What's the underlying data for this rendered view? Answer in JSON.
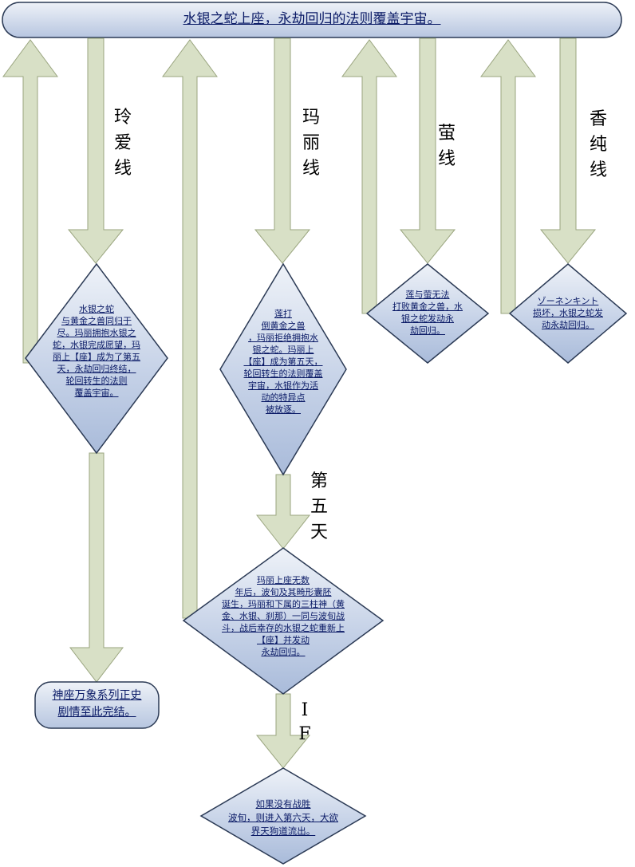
{
  "title": "水银之蛇上座，永劫回归的法则覆盖宇宙。",
  "branches": {
    "reia": {
      "label": [
        "玲",
        "爱",
        "线"
      ],
      "outcome": [
        "水银之蛇",
        "与黄金之兽同归于",
        "尽。玛丽拥抱水银之",
        "蛇，水银完成愿望，玛",
        "丽上【座】成为了第五",
        "天，永劫回归终结，",
        "轮回转生的法则",
        "覆盖宇宙。"
      ]
    },
    "marie": {
      "label": [
        "玛",
        "丽",
        "线"
      ],
      "outcome": [
        "莲打",
        "倒黄金之兽",
        "，玛丽拒绝拥抱水",
        "银之蛇。玛丽上",
        "【座】成为第五天，",
        "轮回转生的法则覆盖",
        "宇宙，水银作为活",
        "动的特异点",
        "被放逐。"
      ]
    },
    "kei": {
      "label": [
        "萤",
        "线"
      ],
      "outcome": [
        "莲与萤无法",
        "打败黄金之兽，水",
        "银之蛇发动永",
        "劫回归。"
      ]
    },
    "kasumi": {
      "label": [
        "香",
        "纯",
        "线"
      ],
      "outcome": [
        "ゾーネンキント",
        "损坏，水银之蛇发",
        "动永劫回归。"
      ]
    }
  },
  "fifth_heaven_label": [
    "第",
    "五",
    "天"
  ],
  "fifth_heaven_outcome": [
    "玛丽上座无数",
    "年后，波旬及其畸形囊胚",
    "诞生，玛丽和下属的三柱神（黄",
    "金、水银、刹那）一同与波旬战",
    "斗，战后幸存的水银之蛇重新上",
    "【座】并发动",
    "永劫回归。"
  ],
  "if_label": [
    "I",
    "F"
  ],
  "if_outcome": [
    "如果没有战胜",
    "波旬，则进入第六天，大欲",
    "界天狗道流出。"
  ],
  "end_text": [
    "神座万象系列正史",
    "剧情至此完结。"
  ],
  "colors": {
    "arrow_fill": "#d8e0c6",
    "arrow_stroke": "#9aa57f",
    "node_fill_top": "#eef2f8",
    "node_fill_bottom": "#a9bbda",
    "node_stroke": "#2b3a55"
  }
}
